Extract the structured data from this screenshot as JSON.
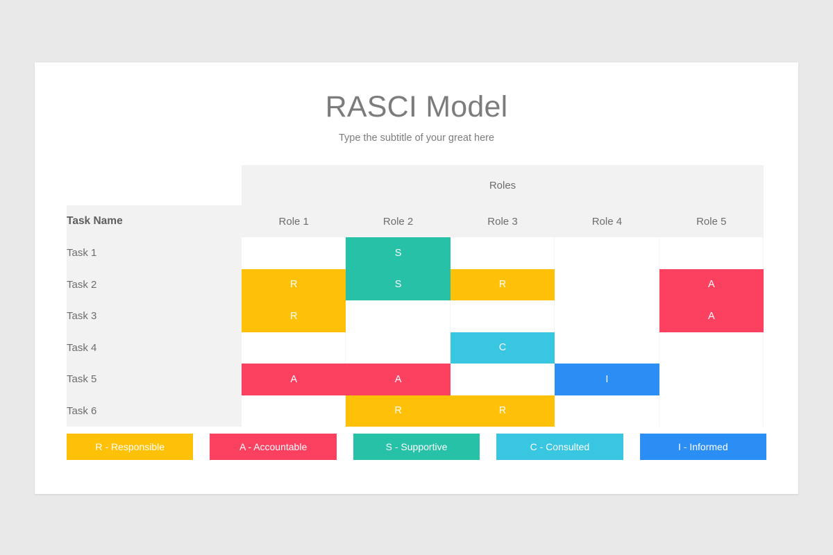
{
  "page": {
    "background_color": "#E9E9E9",
    "card_background": "#FFFFFF"
  },
  "heading": {
    "title": "RASCI Model",
    "subtitle": "Type the subtitle of your great here",
    "title_color": "#7C7C7C"
  },
  "matrix": {
    "group_header": "Roles",
    "task_column_header": "Task Name",
    "role_headers": [
      "Role 1",
      "Role 2",
      "Role 3",
      "Role 4",
      "Role 5"
    ],
    "rows": [
      {
        "task": "Task 1",
        "cells": [
          "",
          "S",
          "",
          "",
          ""
        ]
      },
      {
        "task": "Task 2",
        "cells": [
          "R",
          "S",
          "R",
          "",
          "A"
        ]
      },
      {
        "task": "Task 3",
        "cells": [
          "R",
          "",
          "",
          "",
          "A"
        ]
      },
      {
        "task": "Task 4",
        "cells": [
          "",
          "",
          "C",
          "",
          ""
        ]
      },
      {
        "task": "Task 5",
        "cells": [
          "A",
          "A",
          "",
          "I",
          ""
        ]
      },
      {
        "task": "Task 6",
        "cells": [
          "",
          "R",
          "R",
          "",
          ""
        ]
      }
    ]
  },
  "legend": {
    "items": [
      {
        "code": "R",
        "label": "R - Responsible",
        "color": "#FFC107"
      },
      {
        "code": "A",
        "label": "A - Accountable",
        "color": "#FB4060"
      },
      {
        "code": "S",
        "label": "S - Supportive",
        "color": "#26C1A6"
      },
      {
        "code": "C",
        "label": "C - Consulted",
        "color": "#38C6E0"
      },
      {
        "code": "I",
        "label": "I - Informed",
        "color": "#2B8EF5"
      }
    ]
  },
  "colors": {
    "R": "#FFC107",
    "A": "#FB4060",
    "S": "#26C1A6",
    "C": "#38C6E0",
    "I": "#2B8EF5",
    "header_band": "#F2F2F2",
    "task_column": "#F2F2F2",
    "text_gray": "#6D6D6D"
  }
}
